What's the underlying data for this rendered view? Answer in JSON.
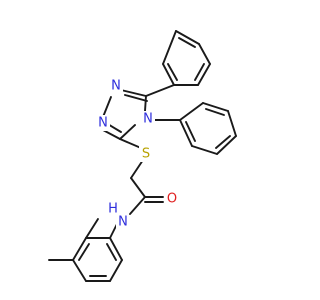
{
  "molecule": {
    "atoms": [
      {
        "id": "N1",
        "symbol": "N",
        "color": "#2e2edc"
      },
      {
        "id": "N2",
        "symbol": "N",
        "color": "#2e2edc"
      },
      {
        "id": "N4",
        "symbol": "N",
        "color": "#2e2edc"
      },
      {
        "id": "S",
        "symbol": "S",
        "color": "#b8a200"
      },
      {
        "id": "O",
        "symbol": "O",
        "color": "#e02020"
      },
      {
        "id": "NH",
        "symbol": "H",
        "color": "#2e2edc"
      },
      {
        "id": "NHN",
        "symbol": "N",
        "color": "#2e2edc"
      }
    ],
    "bond_color": "#1a1a1a"
  }
}
